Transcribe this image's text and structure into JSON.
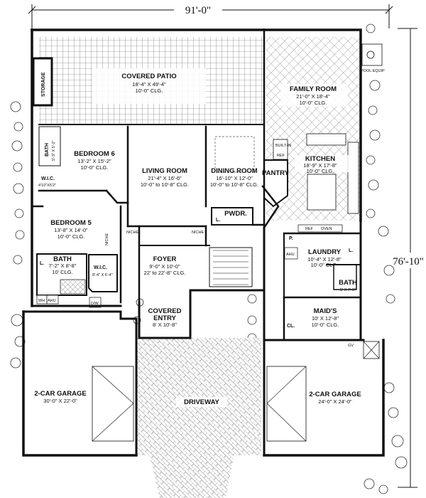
{
  "dimensions": {
    "width": "91'-0\"",
    "depth": "76'-10\""
  },
  "rooms": {
    "covered_patio": {
      "name": "COVERED PATIO",
      "dims": "18'-4\" X 49'-4\"",
      "clg": "10'-0\" CLG."
    },
    "storage": {
      "name": "STORAGE"
    },
    "family_room": {
      "name": "FAMILY ROOM",
      "dims": "21'-0\" X 18'-4\"",
      "clg": "10'-0\" CLG."
    },
    "bedroom6": {
      "name": "BEDROOM 6",
      "dims": "13'-2\" X 15'-2\"",
      "clg": "10'-0\" CLG."
    },
    "bath_top": {
      "name": "BATH",
      "dims": "5'-3\" X 5'-2\""
    },
    "wic_top": {
      "name": "W.I.C.",
      "dims": "4'10\"X5'2\""
    },
    "living_room": {
      "name": "LIVING ROOM",
      "dims": "21'-4\" X 16'-6\"",
      "clg": "10'-0\" to 10'-8\" CLG."
    },
    "dining_room": {
      "name": "DINING ROOM",
      "dims": "16'-10\" X 12'-0\"",
      "clg": "10'-0\" to 10'-8\" CLG."
    },
    "kitchen": {
      "name": "KITCHEN",
      "dims": "18'-9\" X 17'-8\"",
      "clg": "10'-0\" CLG."
    },
    "pantry": {
      "name": "PANTRY"
    },
    "pwdr": {
      "name": "PWDR."
    },
    "bedroom5": {
      "name": "BEDROOM 5",
      "dims": "13'-8\" X 14'-0\"",
      "clg": "10'-0\" CLG."
    },
    "bath_mid": {
      "name": "BATH",
      "dims": "7'-2\" X 8'-8\"",
      "clg": "10' CLG."
    },
    "wic_mid": {
      "name": "W.I.C.",
      "dims": "8'-4\" X 6'-4\""
    },
    "foyer": {
      "name": "FOYER",
      "dims": "9'-0\" X 10'-0\"",
      "clg": "22' to 22'-8\" CLG."
    },
    "laundry": {
      "name": "LAUNDRY",
      "dims": "10'-4\" X 12'-8\"",
      "clg": "10'-0\" CLG."
    },
    "bath_right": {
      "name": "BATH",
      "dims": "5' X 7'-6\""
    },
    "maids": {
      "name": "MAID'S",
      "dims": "10' X 12'-8\"",
      "clg": "10'-0\" CLG."
    },
    "covered_entry": {
      "name": "COVERED",
      "name2": "ENTRY",
      "dims": "8' X 10'-8\""
    },
    "garage_left": {
      "name": "2-CAR GARAGE",
      "dims": "30'-0\" X 22'-0\""
    },
    "driveway": {
      "name": "DRIVEWAY"
    },
    "garage_right": {
      "name": "2-CAR GARAGE",
      "dims": "24'-0\" X 24'-0\""
    }
  },
  "labels": {
    "pool_equip": "POOL EQUIP",
    "niche": "NICHE",
    "l": "L.",
    "p": "P.",
    "cl": "CL.",
    "ahu": "AHU",
    "wh": "WH",
    "dw": "D/W",
    "ref": "REF",
    "oven": "OVEN",
    "built_in": "BUILT-IN",
    "gv": "GV"
  }
}
